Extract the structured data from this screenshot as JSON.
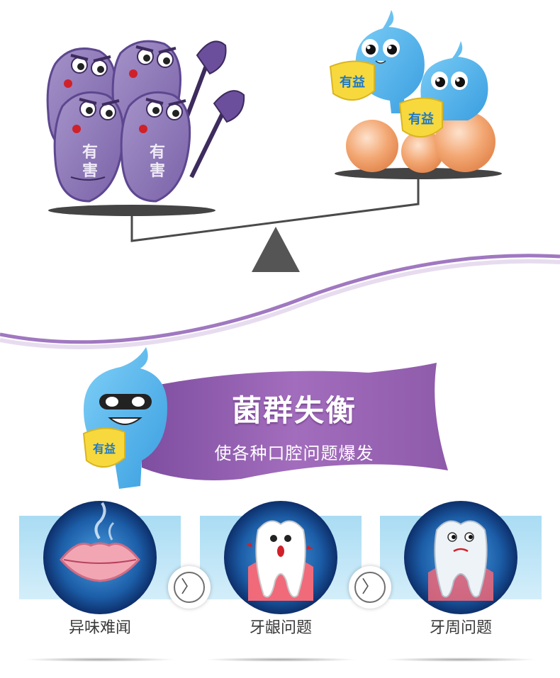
{
  "scale": {
    "harmful_badge_line1": "有",
    "harmful_badge_line2": "害",
    "beneficial_badge": "有益"
  },
  "banner": {
    "title": "菌群失衡",
    "subtitle": "使各种口腔问题爆发",
    "mascot_badge": "有益"
  },
  "problems": [
    {
      "label": "异味难闻",
      "icon": "lips-odor-icon"
    },
    {
      "label": "牙龈问题",
      "icon": "gum-tooth-icon"
    },
    {
      "label": "牙周问题",
      "icon": "periodontal-tooth-icon"
    }
  ],
  "arrow_glyph": "〉",
  "colors": {
    "purple_bacteria": "#8a70b5",
    "blue_bacteria": "#4fb3ec",
    "banner_purple": "#8b5aa8",
    "badge_yellow": "#f7d93e",
    "card_blue": "#a9dcf3",
    "ball_orange": "#f1a16a"
  }
}
